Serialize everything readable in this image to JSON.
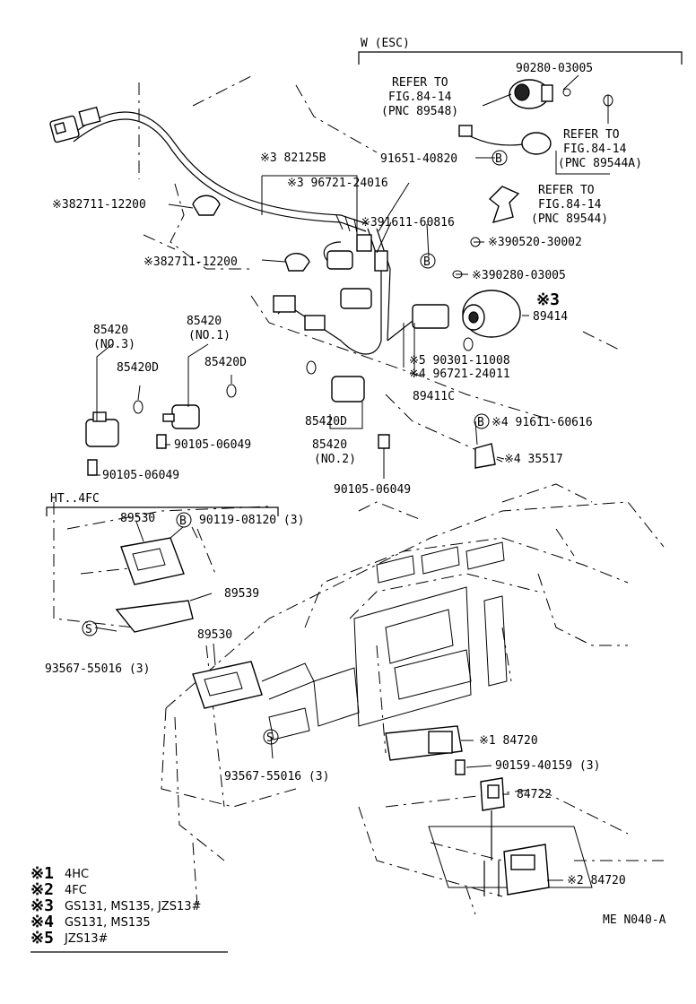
{
  "group_labels": {
    "w_esc": "W (ESC)",
    "ht_4fc": "HT..4FC"
  },
  "labels": {
    "l01": "90280-03005",
    "l02": "REFER TO",
    "l03": "FIG.84-14",
    "l04": "(PNC 89548)",
    "l05": "REFER TO",
    "l06": "FIG.84-14",
    "l07": "(PNC 89544A)",
    "l08": "※3 82125B",
    "l09": "91651-40820",
    "l10": "REFER TO",
    "l11": "FIG.84-14",
    "l12": "(PNC 89544)",
    "l13": "※3 96721-24016",
    "l14": "※382711-12200",
    "l15": "※391611-60816",
    "l16": "※390520-30002",
    "l17": "※382711-12200",
    "l18": "※390280-03005",
    "l19": "※3",
    "l20": "89414",
    "l21": "85420",
    "l22": "(NO.1)",
    "l23": "85420",
    "l24": "(NO.3)",
    "l25": "85420D",
    "l26": "85420D",
    "l27": "※5 90301-11008",
    "l28": "※4 96721-24011",
    "l29": "89411C",
    "l30": "85420D",
    "l31": "90105-06049",
    "l32": "※4 91611-60616",
    "l33": "85420",
    "l34": "(NO.2)",
    "l35": "※4 35517",
    "l36": "90105-06049",
    "l37": "90105-06049",
    "l38": "89530",
    "l39": "90119-08120 (3)",
    "l40": "89539",
    "l41": "93567-55016 (3)",
    "l42": "89530",
    "l43": "※1 84720",
    "l44": "93567-55016 (3)",
    "l45": "90159-40159 (3)",
    "l46": "84722",
    "l47": "※2 84720",
    "b1": "B",
    "b2": "B",
    "b3": "B",
    "b4": "B",
    "s1": "S",
    "s2": "S"
  },
  "legend": [
    {
      "mark": "※1",
      "text": "4HC"
    },
    {
      "mark": "※2",
      "text": "4FC"
    },
    {
      "mark": "※3",
      "text": "GS131, MS135, JZS13#"
    },
    {
      "mark": "※4",
      "text": "GS131, MS135"
    },
    {
      "mark": "※5",
      "text": "JZS13#"
    }
  ],
  "figure_code": "ME  N040-A"
}
